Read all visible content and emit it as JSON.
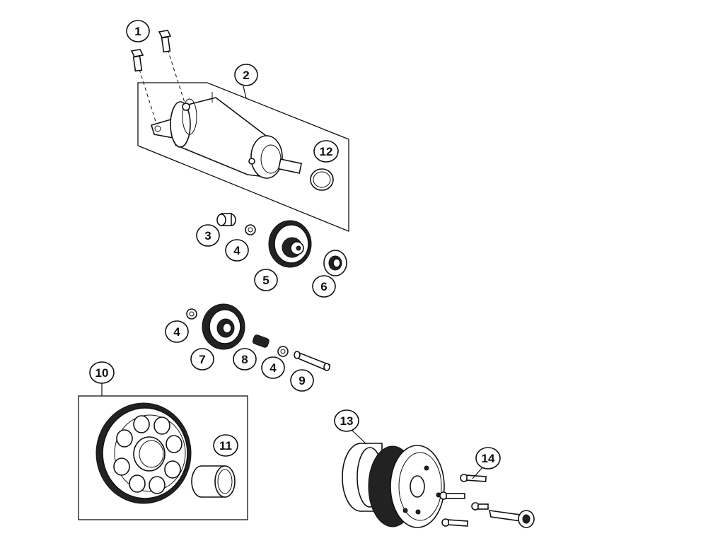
{
  "callouts": [
    {
      "id": "c1",
      "label": "1"
    },
    {
      "id": "c2",
      "label": "2"
    },
    {
      "id": "c3",
      "label": "3"
    },
    {
      "id": "c4a",
      "label": "4"
    },
    {
      "id": "c5",
      "label": "5"
    },
    {
      "id": "c6",
      "label": "6"
    },
    {
      "id": "c4b",
      "label": "4"
    },
    {
      "id": "c7",
      "label": "7"
    },
    {
      "id": "c8",
      "label": "8"
    },
    {
      "id": "c4c",
      "label": "4"
    },
    {
      "id": "c9",
      "label": "9"
    },
    {
      "id": "c10",
      "label": "10"
    },
    {
      "id": "c11",
      "label": "11"
    },
    {
      "id": "c12",
      "label": "12"
    },
    {
      "id": "c13",
      "label": "13"
    },
    {
      "id": "c14",
      "label": "14"
    }
  ],
  "icons": {
    "starter_motor": "starter-motor-icon",
    "bolt": "bolt-icon",
    "gear": "gear-icon",
    "bearing": "bearing-icon",
    "washer": "washer-icon",
    "o_ring": "o-ring-icon",
    "shaft": "shaft-icon",
    "spring": "spring-icon",
    "flywheel": "flywheel-icon"
  },
  "colors": {
    "line": "#111111",
    "background": "#ffffff"
  }
}
